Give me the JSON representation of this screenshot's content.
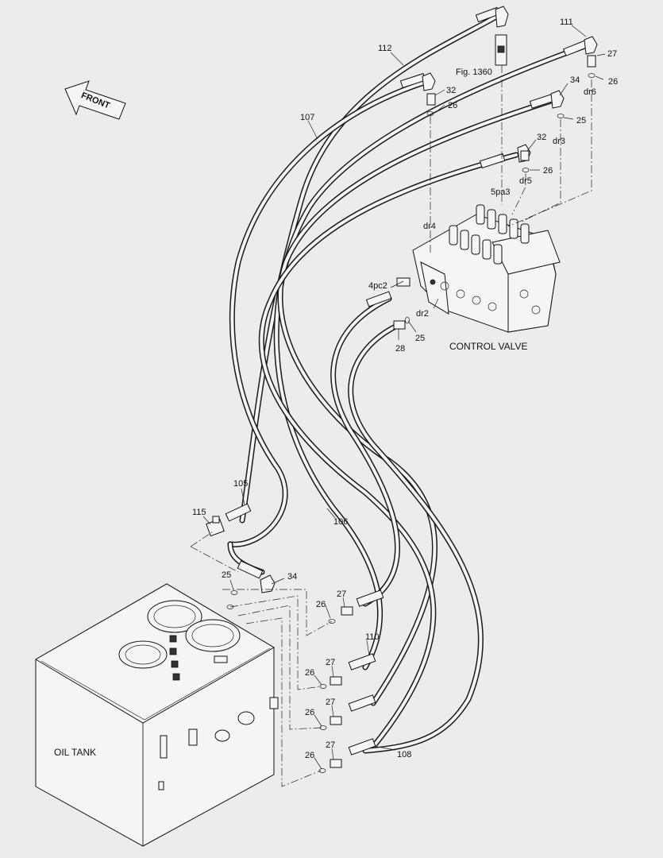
{
  "callouts": {
    "n112": "112",
    "n111": "111",
    "n27a": "27",
    "n26a": "26",
    "dr6": "dr6",
    "fig": "Fig. 1360",
    "n32a": "32",
    "n26b": "26",
    "n107": "107",
    "n34a": "34",
    "n25a": "25",
    "dr3": "dr3",
    "n32b": "32",
    "n26c": "26",
    "dr5": "dr5",
    "pa3": "5pa3",
    "dr4": "dr4",
    "pc2": "4pc2",
    "dr2": "dr2",
    "n28": "28",
    "n25b": "25",
    "n105": "105",
    "n115": "115",
    "n106": "106",
    "n25c": "25",
    "n34b": "34",
    "n26d": "26",
    "n27b": "27",
    "n110": "110",
    "n27c": "27",
    "n26e": "26",
    "n27d": "27",
    "n26f": "26",
    "n27e": "27",
    "n26g": "26",
    "n108": "108"
  },
  "labels": {
    "front": "FRONT",
    "control_valve": "CONTROL VALVE",
    "oil_tank": "OIL TANK"
  }
}
